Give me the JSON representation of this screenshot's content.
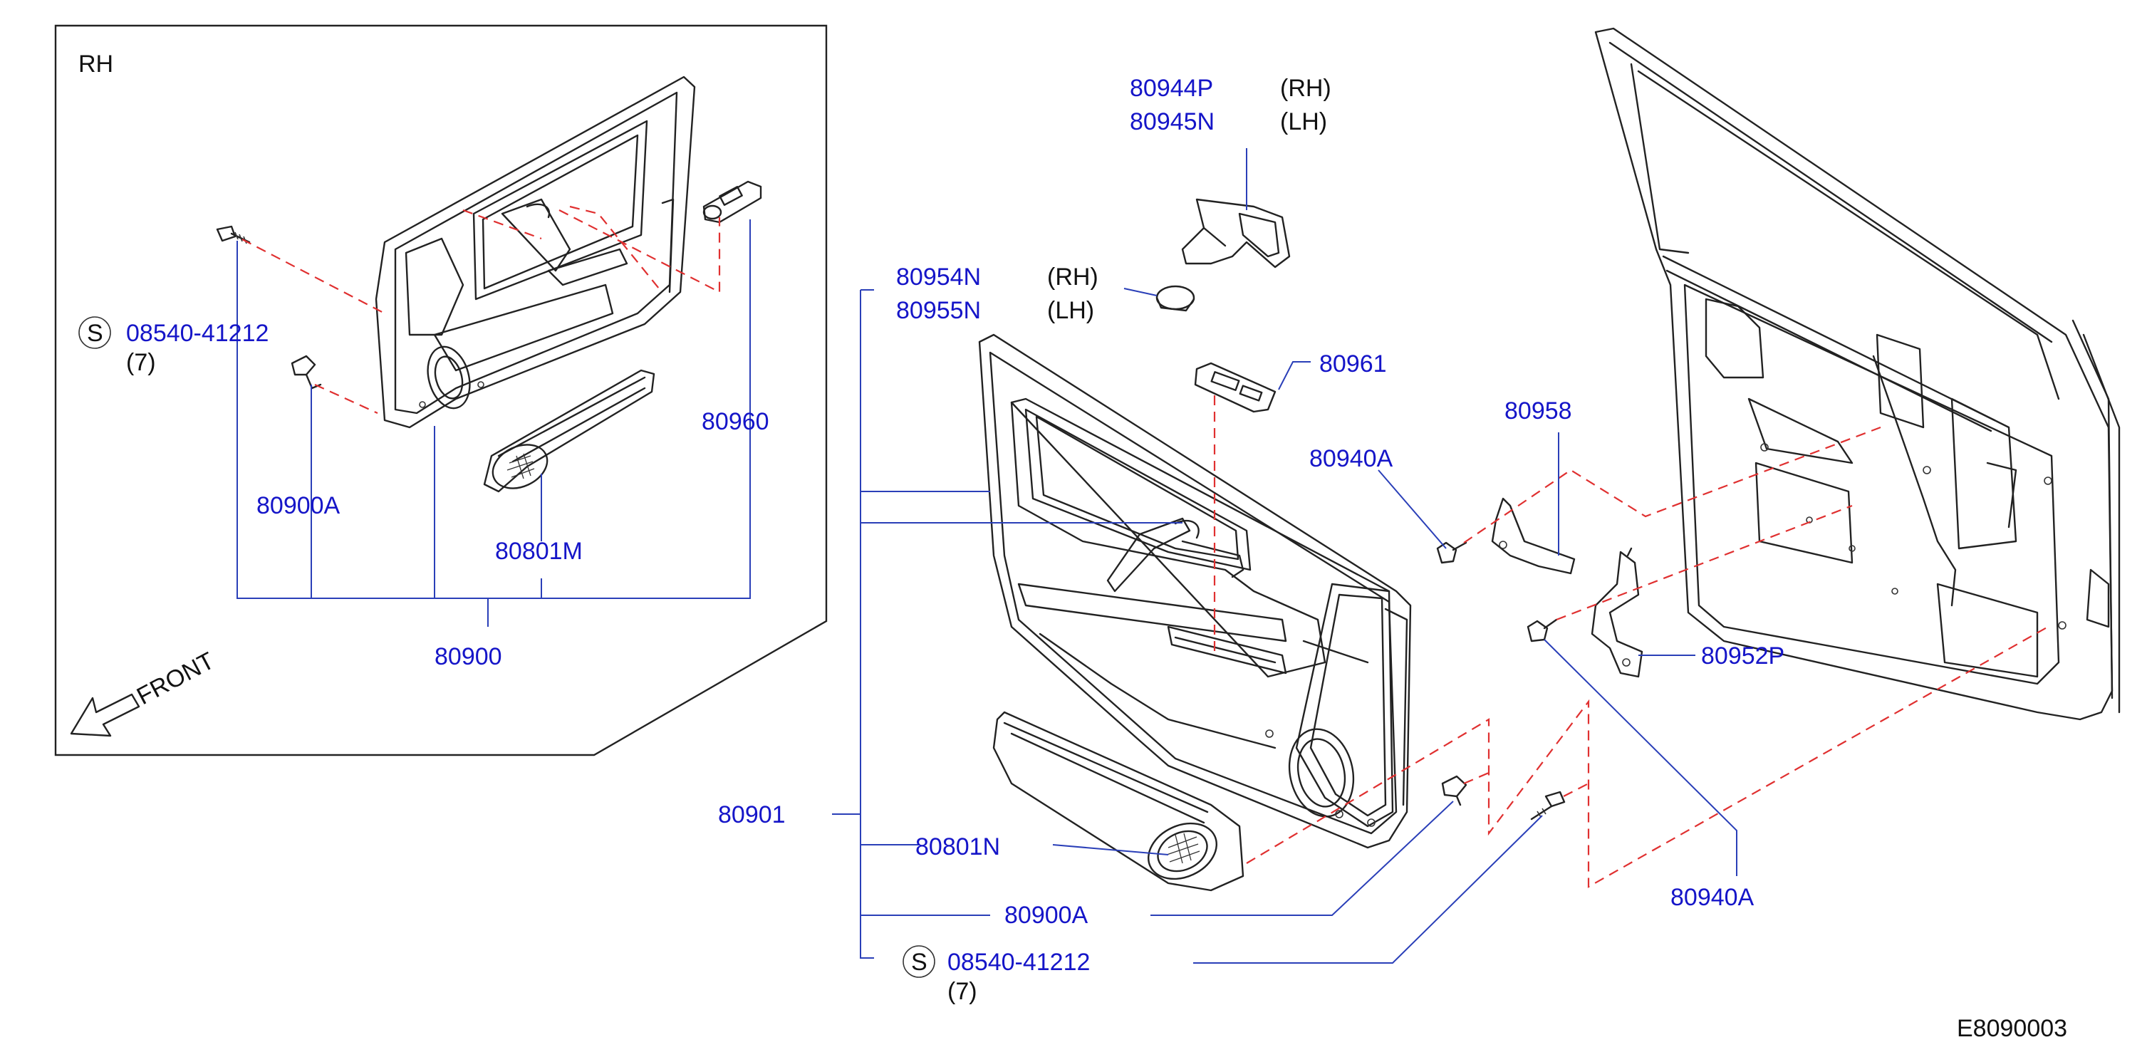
{
  "inset": {
    "side_label": "RH",
    "labels": {
      "screw": "08540-41212",
      "screw_qty": "(7)",
      "screw_symbol": "S",
      "clip": "80900A",
      "pocket": "80801M",
      "switch_finisher": "80960",
      "trim": "80900"
    },
    "front_label": "FRONT"
  },
  "main": {
    "labels": {
      "handle_rh": "80944P",
      "handle_lh": "80945N",
      "rh": "(RH)",
      "lh": "(LH)",
      "cap_rh": "80954N",
      "cap_lh": "80955N",
      "switch_plate": "80961",
      "bracket": "80958",
      "bolt_upper": "80940A",
      "bracket_lower": "80952P",
      "bolt_lower": "80940A",
      "trim_assy": "80901",
      "pocket": "80801N",
      "clip": "80900A",
      "screw": "08540-41212",
      "screw_qty": "(7)",
      "screw_symbol": "S"
    }
  },
  "diagram_id": "E8090003"
}
